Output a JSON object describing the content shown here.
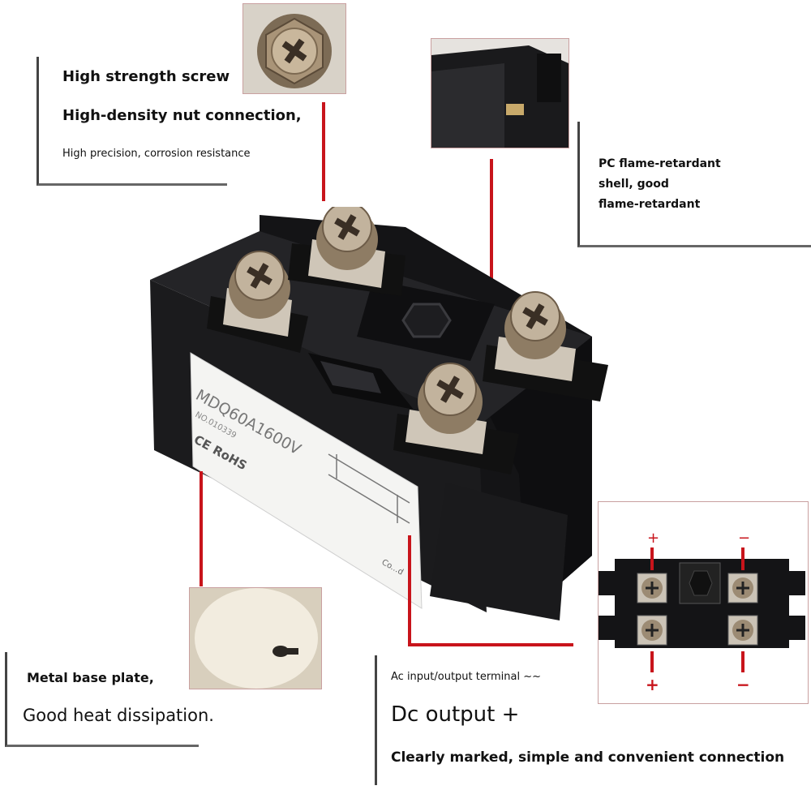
{
  "callouts": {
    "screw": {
      "line1": "High strength screw",
      "line2": "High-density nut connection,",
      "line3": "High precision, corrosion resistance"
    },
    "shell": {
      "line1": "PC flame-retardant",
      "line2": "shell, good",
      "line3": "flame-retardant"
    },
    "base": {
      "line1": "Metal base plate,",
      "line2": "Good heat dissipation."
    },
    "terminal": {
      "line1": "Ac input/output terminal ~~",
      "line2": "Dc output +",
      "line3": "Clearly marked, simple and convenient connection"
    }
  },
  "label": {
    "model": "MDQ60A1600V",
    "serial": "NO.010339",
    "certs": "CE RoHS",
    "footer": "Co...d"
  },
  "inset": {
    "plus_top": "+",
    "minus_top": "−",
    "plus_bottom": "+",
    "minus_bottom": "−"
  },
  "colors": {
    "leader": "#c8141b",
    "body": "#1c1c1e",
    "metal": "#b9a893"
  }
}
